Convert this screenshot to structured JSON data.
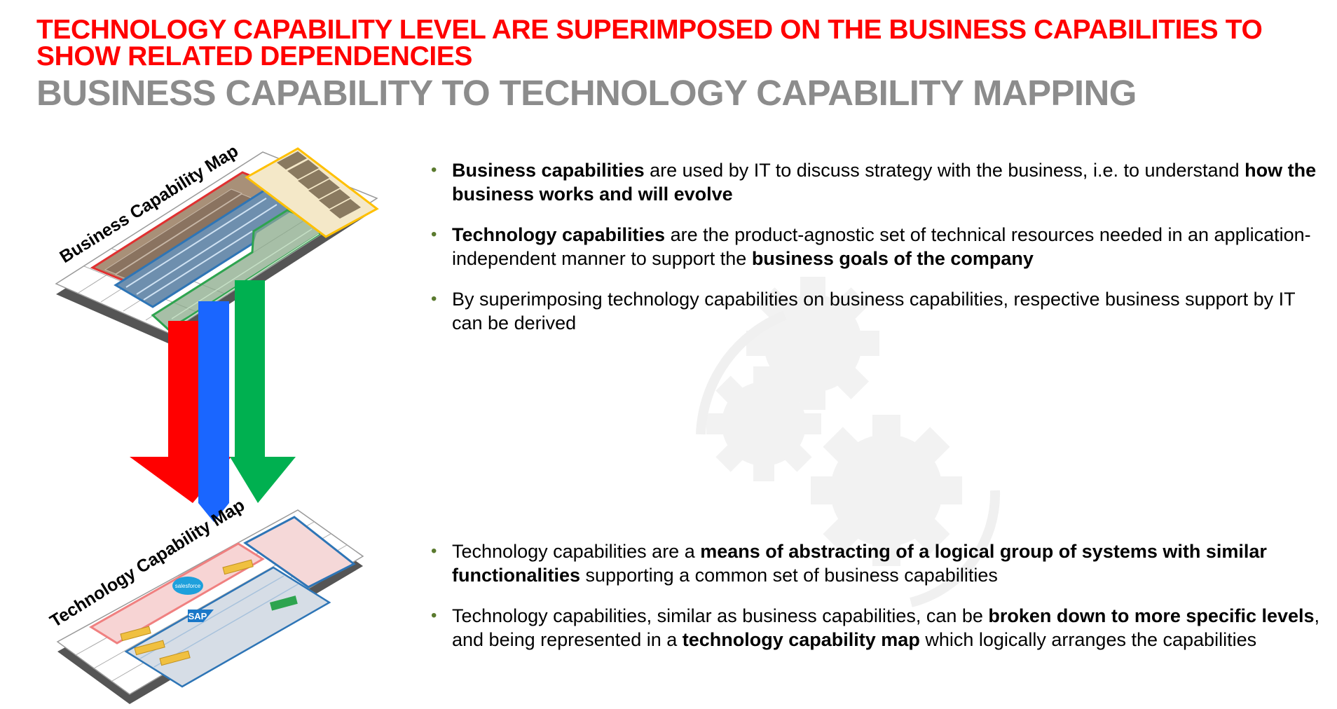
{
  "title": {
    "line1": "TECHNOLOGY CAPABILITY LEVEL ARE SUPERIMPOSED ON THE BUSINESS CAPABILITIES TO SHOW RELATED DEPENDENCIES",
    "line2": "BUSINESS CAPABILITY TO TECHNOLOGY CAPABILITY MAPPING"
  },
  "diagram": {
    "business_map_label": "Business Capability Map",
    "technology_map_label": "Technology Capability Map",
    "vendor_labels": [
      "salesforce",
      "SAP"
    ],
    "arrow_colors": [
      "#ff0000",
      "#1a66ff",
      "#00b050"
    ],
    "accent_colors": {
      "red": "#e03030",
      "blue": "#2e75b6",
      "green": "#2ea44f",
      "yellow": "#ffc000"
    }
  },
  "bullets_top": [
    {
      "b1": "Business capabilities",
      "t1": " are used by IT to discuss strategy with the business, i.e. to understand ",
      "b2": "how the business works and will evolve",
      "t2": ""
    },
    {
      "b1": "Technology capabilities",
      "t1": " are the product-agnostic set of technical resources needed in an application-independent manner to support the ",
      "b2": "business goals of the company",
      "t2": ""
    },
    {
      "b1": "",
      "t1": "By superimposing technology capabilities on business capabilities, respective business support by IT can be derived",
      "b2": "",
      "t2": ""
    }
  ],
  "bullets_bottom": [
    {
      "t0": "Technology capabilities are a ",
      "b1": "means of abstracting of a logical group of systems with similar functionalities",
      "t1": " supporting a common set of business capabilities",
      "b2": "",
      "t2": ""
    },
    {
      "t0": "Technology capabilities, similar as business capabilities, can be ",
      "b1": "broken down to more specific levels",
      "t1": ", and being represented in a ",
      "b2": "technology capability map",
      "t2": " which logically arranges the capabilities"
    }
  ]
}
